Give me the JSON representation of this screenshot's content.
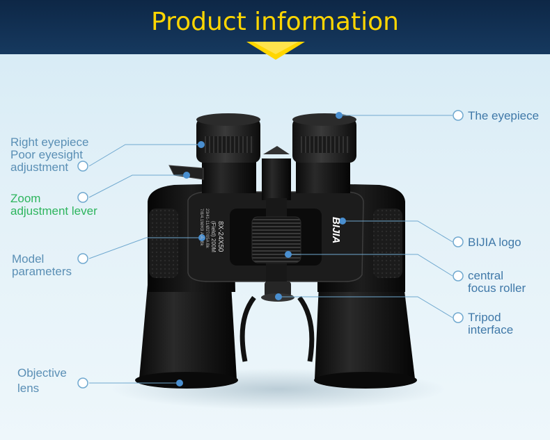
{
  "header": {
    "title": "Product information"
  },
  "binoculars": {
    "brand_text": "BIJIA",
    "model_line": "8X-24X50",
    "field_line": "(Field) 200M",
    "spec_line1": "23/41-11/Ø27/05A Bk",
    "spec_line2": "7/8/4.1M/K9 A.A. Bk"
  },
  "labels": {
    "right_eyepiece": [
      "Right eyepiece",
      "Poor eyesight",
      "adjustment"
    ],
    "zoom_lever": [
      "Zoom",
      "adjustment lever"
    ],
    "model_parameters": [
      "Model",
      "parameters"
    ],
    "objective_lens": [
      "Objective",
      "lens"
    ],
    "eyepiece": [
      "The eyepiece"
    ],
    "logo": [
      "BIJIA logo"
    ],
    "focus_roller": [
      "central",
      "focus roller"
    ],
    "tripod": [
      "Tripod",
      "interface"
    ]
  },
  "colors": {
    "header_bg": "#0d2746",
    "title": "#ffd600",
    "label_blue": "#3f78a8",
    "label_green": "#2db55d",
    "leader_line": "#6fa8cf",
    "dot": "#4a8fd0"
  }
}
